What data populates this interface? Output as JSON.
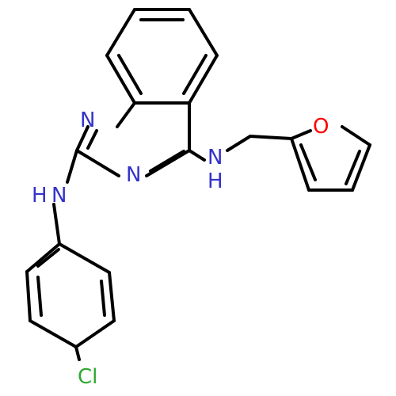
{
  "molecule": {
    "atom_labels": {
      "n_quin_1": "N",
      "n_quin_3": "N",
      "nh_furfuryl": "N",
      "h_furfuryl": "H",
      "nh_aryl": "N",
      "h_aryl": "H",
      "o_furan": "O",
      "cl": "Cl"
    }
  },
  "colors": {
    "nitrogen": "#3333cc",
    "oxygen": "#ff0000",
    "chlorine": "#2ea82e",
    "bond": "#000000"
  }
}
